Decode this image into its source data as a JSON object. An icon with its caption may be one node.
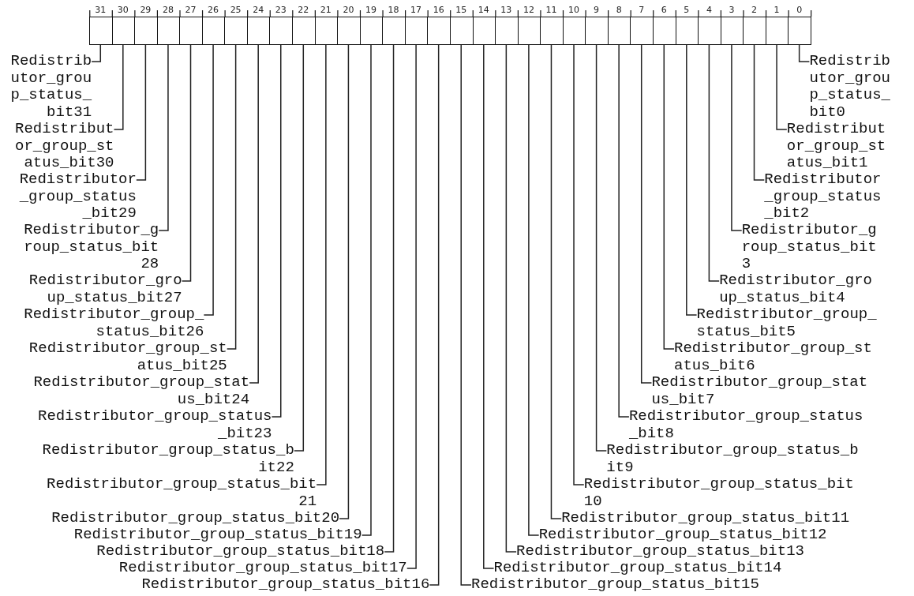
{
  "diagram": {
    "nodes": [
      {
        "text": [
          "31"
        ]
      },
      {
        "text": [
          "30"
        ]
      },
      {
        "text": [
          "29"
        ]
      },
      {
        "text": [
          "28"
        ]
      },
      {
        "text": [
          "27"
        ]
      },
      {
        "text": [
          "26"
        ]
      },
      {
        "text": [
          "25"
        ]
      },
      {
        "text": [
          "24"
        ]
      },
      {
        "text": [
          "23"
        ]
      },
      {
        "text": [
          "22"
        ]
      },
      {
        "text": [
          "21"
        ]
      },
      {
        "text": [
          "20"
        ]
      },
      {
        "text": [
          "19"
        ]
      },
      {
        "text": [
          "18"
        ]
      },
      {
        "text": [
          "17"
        ]
      },
      {
        "text": [
          "16"
        ]
      },
      {
        "text": [
          "15"
        ]
      },
      {
        "text": [
          "14"
        ]
      },
      {
        "text": [
          "13"
        ]
      },
      {
        "text": [
          "12"
        ]
      },
      {
        "text": [
          "11"
        ]
      },
      {
        "text": [
          "10"
        ]
      },
      {
        "text": [
          "9"
        ]
      },
      {
        "text": [
          "8"
        ]
      },
      {
        "text": [
          "7"
        ]
      },
      {
        "text": [
          "6"
        ]
      },
      {
        "text": [
          "5"
        ]
      },
      {
        "text": [
          "4"
        ]
      },
      {
        "text": [
          "3"
        ]
      },
      {
        "text": [
          "2"
        ]
      },
      {
        "text": [
          "1"
        ]
      },
      {
        "text": [
          "0"
        ]
      },
      {
        "text": [
          "Redistributor_group_status_bit31"
        ]
      },
      {
        "text": [
          "Redistributor_group_status_bit0"
        ]
      },
      {
        "text": [
          "Redistributor_group_status_bit30"
        ]
      },
      {
        "text": [
          "Redistributor_group_status_bit1"
        ]
      },
      {
        "text": [
          "Redistributor_group_status_bit29"
        ]
      },
      {
        "text": [
          "Redistributor_group_status_bit2"
        ]
      },
      {
        "text": [
          "Redistributor_group_status_bit28"
        ]
      },
      {
        "text": [
          "Redistributor_group_status_bit3"
        ]
      },
      {
        "text": [
          "Redistributor_group_status_bit27"
        ]
      },
      {
        "text": [
          "Redistributor_group_status_bit4"
        ]
      },
      {
        "text": [
          "Redistributor_group_status_bit26"
        ]
      },
      {
        "text": [
          "Redistributor_group_status_bit5"
        ]
      },
      {
        "text": [
          "Redistributor_group_status_bit25"
        ]
      },
      {
        "text": [
          "Redistributor_group_status_bit6"
        ]
      },
      {
        "text": [
          "Redistributor_group_status_bit24"
        ]
      },
      {
        "text": [
          "Redistributor_group_status_bit7"
        ]
      },
      {
        "text": [
          "Redistributor_group_status_bit23"
        ]
      },
      {
        "text": [
          "Redistributor_group_status_bit8"
        ]
      },
      {
        "text": [
          "Redistributor_group_status_bit22"
        ]
      },
      {
        "text": [
          "Redistributor_group_status_bit9"
        ]
      },
      {
        "text": [
          "Redistributor_group_status_bit21"
        ]
      },
      {
        "text": [
          "Redistributor_group_status_bit10"
        ]
      },
      {
        "text": [
          "Redistributor_group_status_bit20"
        ]
      },
      {
        "text": [
          "Redistributor_group_status_bit11"
        ]
      },
      {
        "text": [
          "Redistributor_group_status_bit19"
        ]
      },
      {
        "text": [
          "Redistributor_group_status_bit12"
        ]
      },
      {
        "text": [
          "Redistributor_group_status_bit18"
        ]
      },
      {
        "text": [
          "Redistributor_group_status_bit13"
        ]
      },
      {
        "text": [
          "Redistributor_group_status_bit17"
        ]
      },
      {
        "text": [
          "Redistributor_group_status_bit14"
        ]
      },
      {
        "text": [
          "Redistributor_group_status_bit16"
        ]
      },
      {
        "text": [
          "Redistributor_group_status_bit15"
        ]
      }
    ],
    "edges": [
      {
        "from": 32,
        "to": 0,
        "arrow": "none"
      },
      {
        "from": 33,
        "to": 31,
        "arrow": "none"
      },
      {
        "from": 34,
        "to": 1,
        "arrow": "none"
      },
      {
        "from": 35,
        "to": 30,
        "arrow": "none"
      },
      {
        "from": 36,
        "to": 2,
        "arrow": "none"
      },
      {
        "from": 37,
        "to": 29,
        "arrow": "none"
      },
      {
        "from": 38,
        "to": 3,
        "arrow": "none"
      },
      {
        "from": 39,
        "to": 28,
        "arrow": "none"
      },
      {
        "from": 40,
        "to": 4,
        "arrow": "none"
      },
      {
        "from": 41,
        "to": 27,
        "arrow": "none"
      },
      {
        "from": 42,
        "to": 5,
        "arrow": "none"
      },
      {
        "from": 43,
        "to": 26,
        "arrow": "none"
      },
      {
        "from": 44,
        "to": 6,
        "arrow": "none"
      },
      {
        "from": 45,
        "to": 25,
        "arrow": "none"
      },
      {
        "from": 46,
        "to": 7,
        "arrow": "none"
      },
      {
        "from": 47,
        "to": 24,
        "arrow": "none"
      },
      {
        "from": 48,
        "to": 8,
        "arrow": "none"
      },
      {
        "from": 49,
        "to": 23,
        "arrow": "none"
      },
      {
        "from": 50,
        "to": 9,
        "arrow": "none"
      },
      {
        "from": 51,
        "to": 22,
        "arrow": "none"
      },
      {
        "from": 52,
        "to": 10,
        "arrow": "none"
      },
      {
        "from": 53,
        "to": 21,
        "arrow": "none"
      },
      {
        "from": 54,
        "to": 11,
        "arrow": "none"
      },
      {
        "from": 55,
        "to": 20,
        "arrow": "none"
      },
      {
        "from": 56,
        "to": 12,
        "arrow": "none"
      },
      {
        "from": 57,
        "to": 19,
        "arrow": "none"
      },
      {
        "from": 58,
        "to": 13,
        "arrow": "none"
      },
      {
        "from": 59,
        "to": 18,
        "arrow": "none"
      },
      {
        "from": 60,
        "to": 14,
        "arrow": "none"
      },
      {
        "from": 61,
        "to": 17,
        "arrow": "none"
      },
      {
        "from": 62,
        "to": 15,
        "arrow": "none"
      },
      {
        "from": 63,
        "to": 16,
        "arrow": "none"
      }
    ]
  }
}
